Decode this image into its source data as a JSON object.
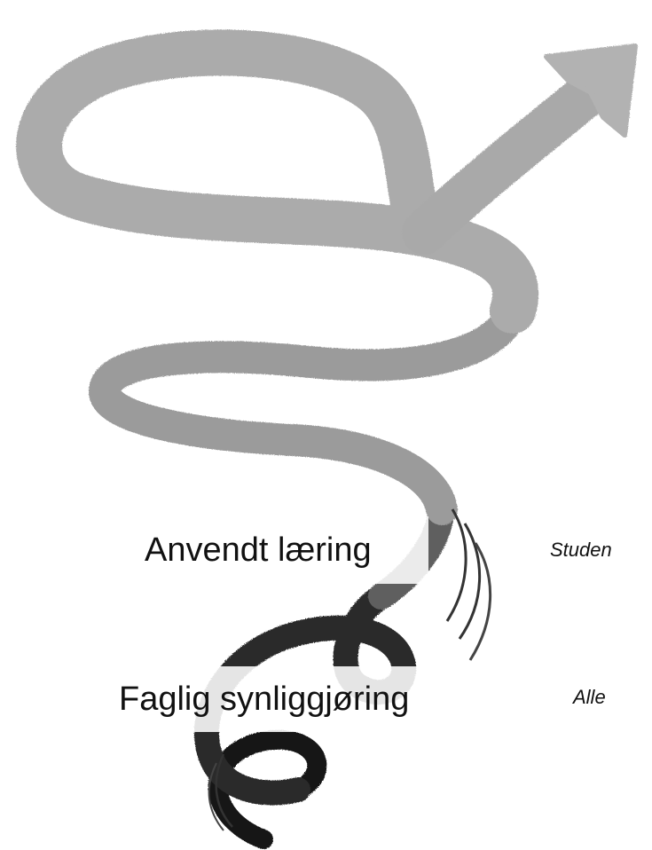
{
  "labels": {
    "anvendt": "Anvendt læring",
    "faglig": "Faglig synliggjøring"
  },
  "side_text": {
    "studen": "Studen",
    "alle": "Alle"
  },
  "colors": {
    "spiral_light": "#a8a8a8",
    "spiral_mid": "#7e7e7e",
    "spiral_dark": "#1c1c1c",
    "background": "#ffffff"
  },
  "icons": {
    "spiral": "spiral-arrow-icon",
    "motion_lines": "motion-lines-icon"
  }
}
